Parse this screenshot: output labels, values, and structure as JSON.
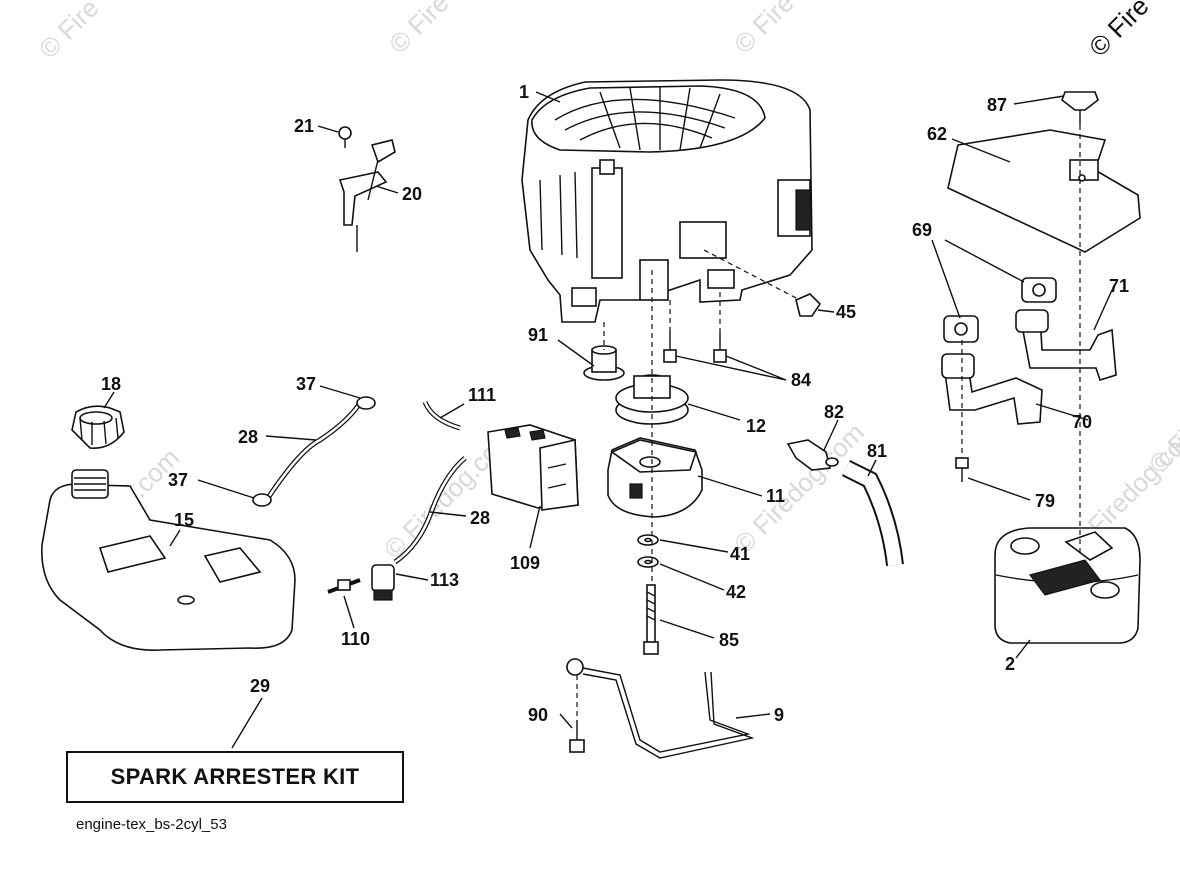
{
  "watermark": {
    "copyright": "© Fire",
    "faint": [
      "© Fire",
      "© Fire",
      "© Fire",
      "© Firedog.com",
      "© Firedog.com",
      "© Firedog.com",
      "© Firedog.com",
      "© Firedog.c"
    ]
  },
  "kit_label": "SPARK ARRESTER KIT",
  "diagram_code": "engine-tex_bs-2cyl_53",
  "callouts": {
    "c1": "1",
    "c21": "21",
    "c20": "20",
    "c87": "87",
    "c62": "62",
    "c69": "69",
    "c71": "71",
    "c45": "45",
    "c91": "91",
    "c84": "84",
    "c12": "12",
    "c82": "82",
    "c70": "70",
    "c18": "18",
    "c37a": "37",
    "c111": "111",
    "c28a": "28",
    "c81": "81",
    "c11": "11",
    "c37b": "37",
    "c15": "15",
    "c28b": "28",
    "c79": "79",
    "c109": "109",
    "c41": "41",
    "c113": "113",
    "c42": "42",
    "c110": "110",
    "c85": "85",
    "c2": "2",
    "c29": "29",
    "c90": "90",
    "c9": "9"
  }
}
